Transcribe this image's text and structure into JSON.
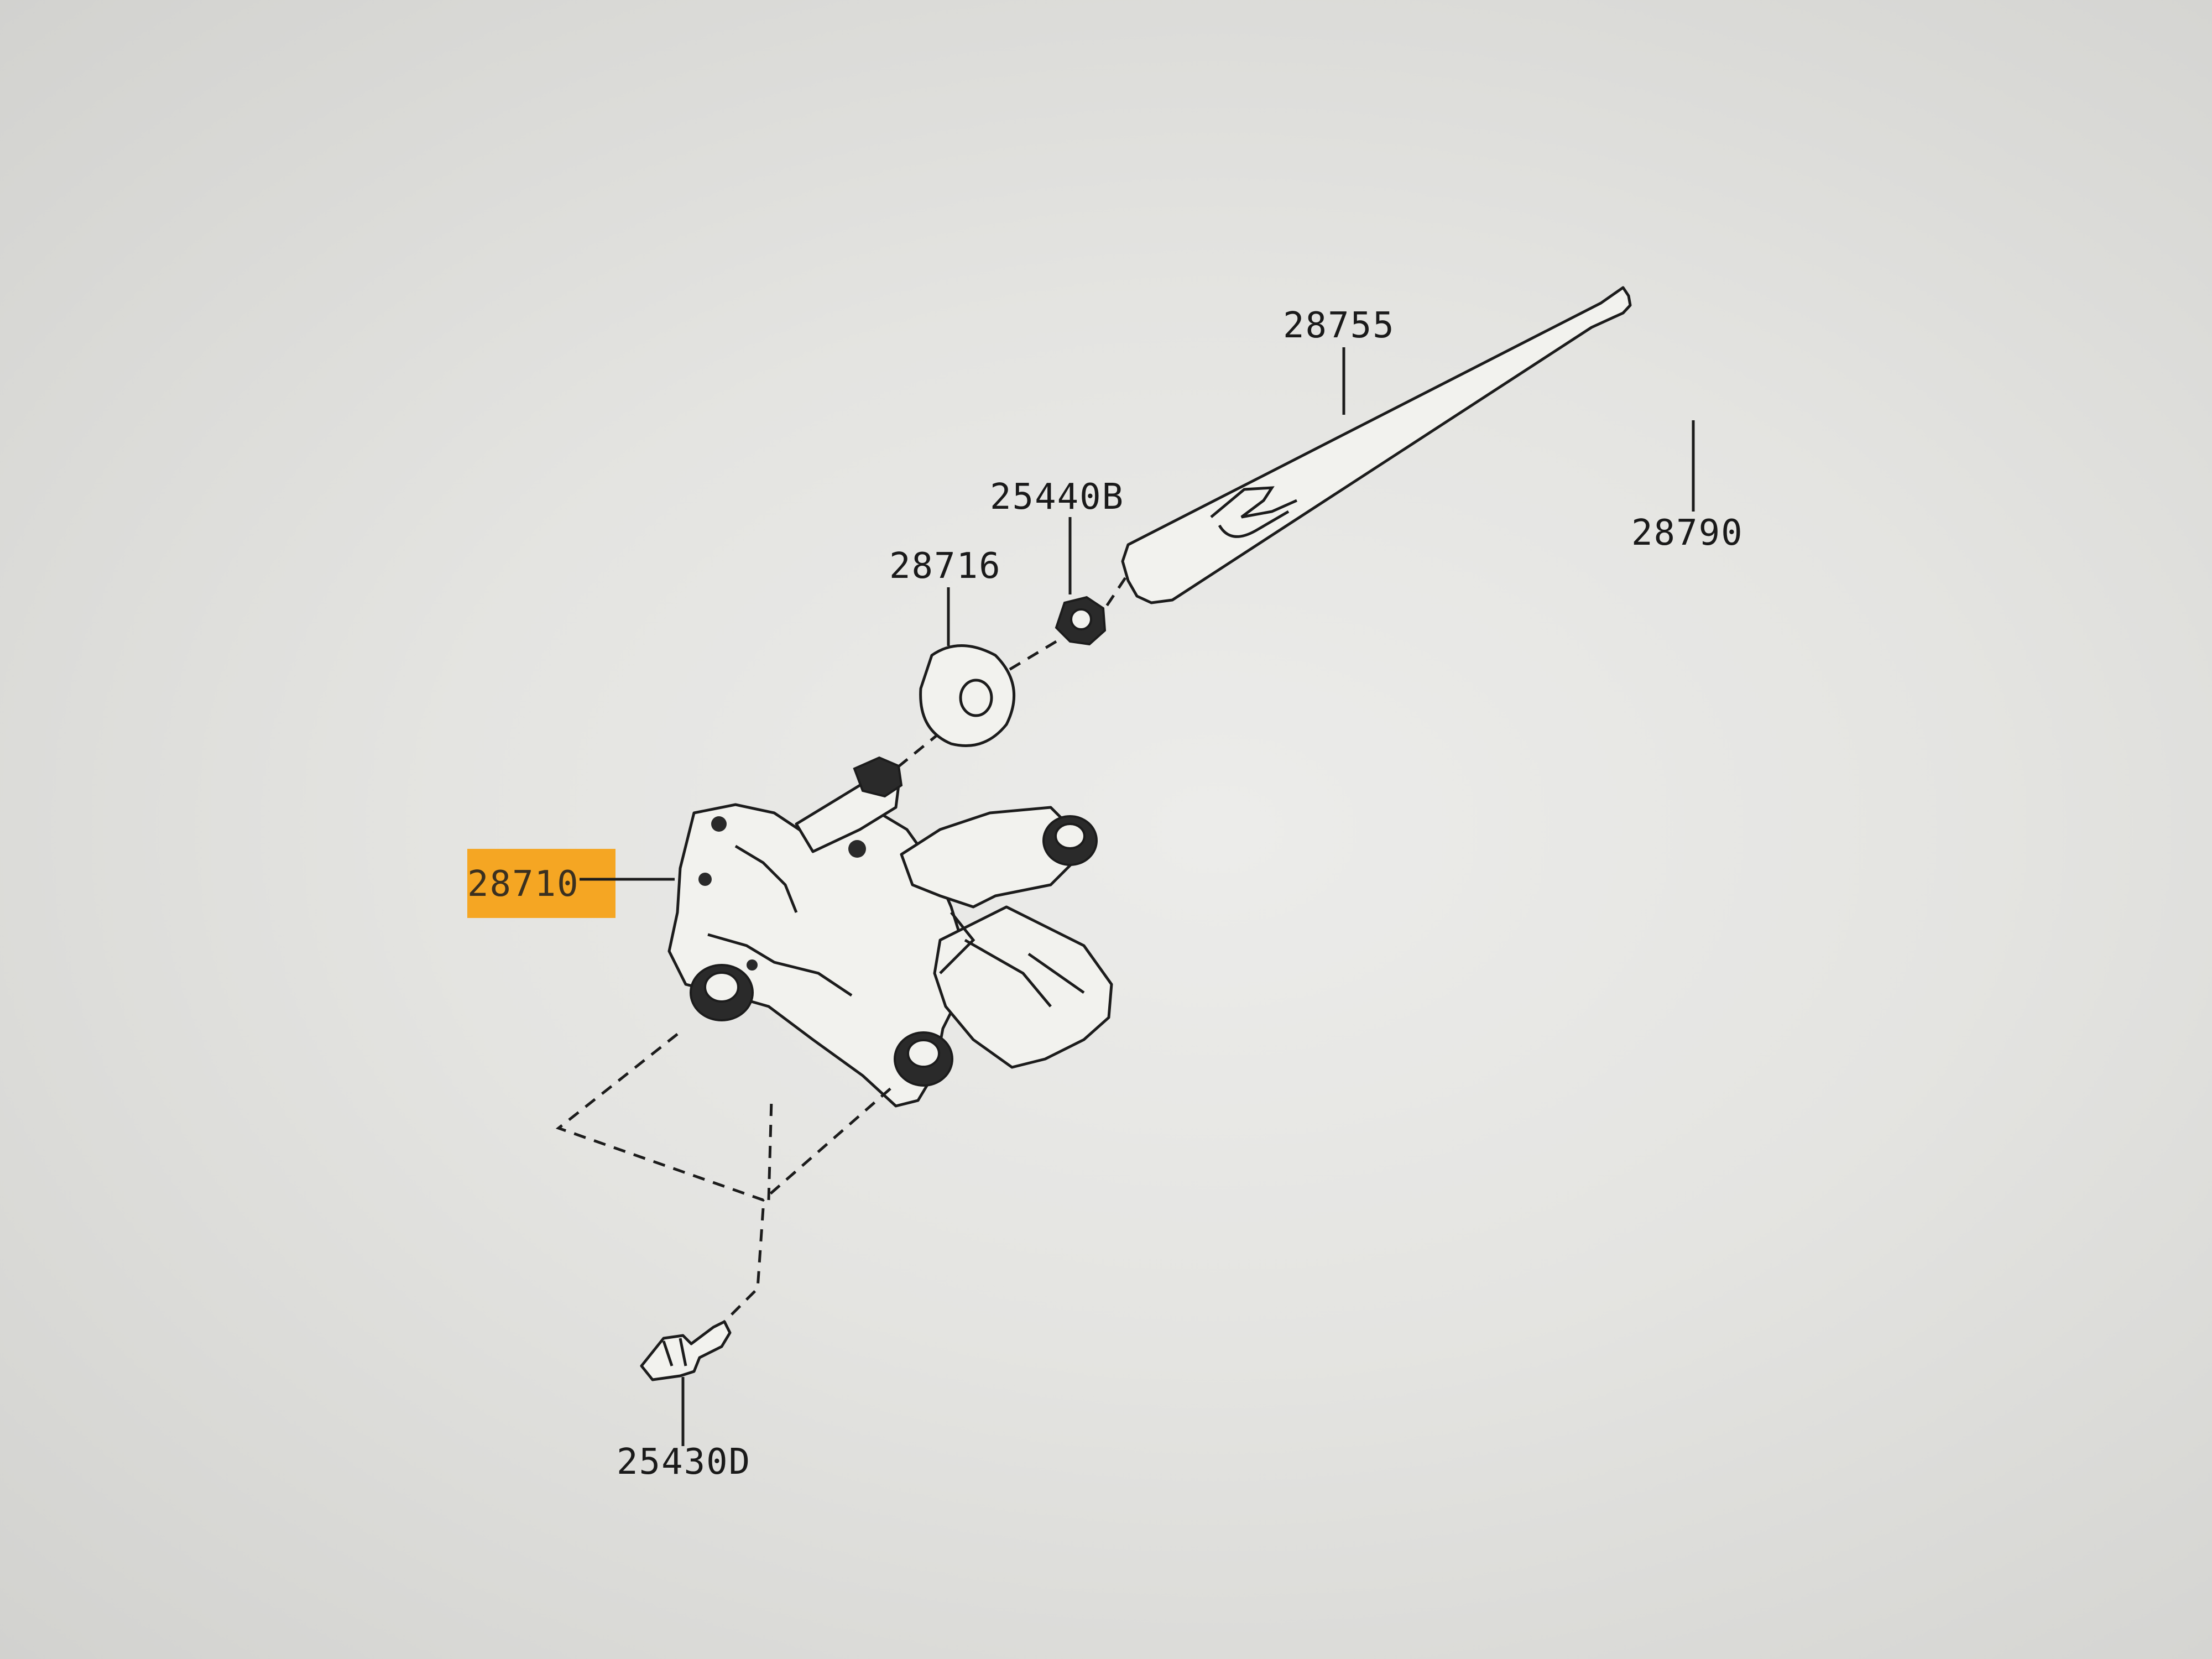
{
  "diagram": {
    "part_labels": {
      "arm": "28755",
      "assembly": "28790",
      "nut": "25440B",
      "seal": "28716",
      "motor": "28710",
      "connector": "25430D"
    },
    "highlight_color": "#f5a623",
    "line_color": "#1c1c1c",
    "background_color": "#e6e6e3"
  }
}
